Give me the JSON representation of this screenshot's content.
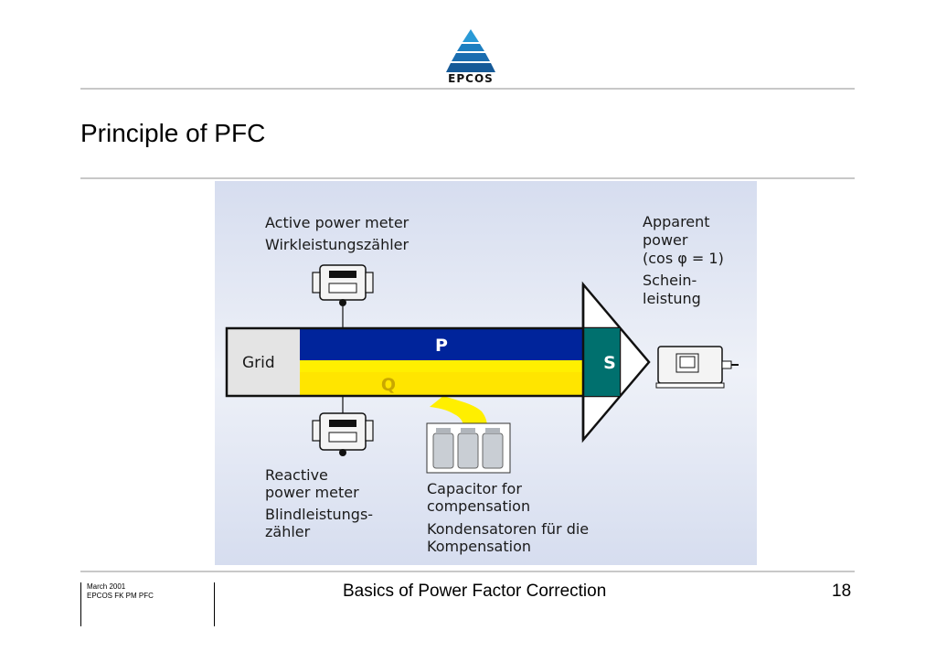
{
  "header": {
    "logo_text": "EPCOS"
  },
  "slide": {
    "title": "Principle of PFC"
  },
  "diagram": {
    "active_meter_label": [
      "Active power meter",
      "Wirkleistungszähler"
    ],
    "apparent_label": [
      "Apparent",
      "power",
      "(cos φ = 1)",
      "Schein-",
      "leistung"
    ],
    "grid_label": "Grid",
    "p_label": "P",
    "q_label": "Q",
    "s_label": "S",
    "reactive_meter_label": [
      "Reactive",
      "power meter",
      "Blindleistungs-",
      "zähler"
    ],
    "capacitor_label": [
      "Capacitor for",
      "compensation",
      "Kondensatoren für die",
      "Kompensation"
    ],
    "colors": {
      "background": "#dde3f2",
      "p_band": "#00249b",
      "q_band": "#ffef00",
      "s_block": "#00706e",
      "grid_box": "#e4e4e4"
    }
  },
  "footer": {
    "date": "March 2001",
    "dept": "EPCOS FK PM PFC",
    "center_title": "Basics of Power Factor Correction",
    "page": "18"
  }
}
